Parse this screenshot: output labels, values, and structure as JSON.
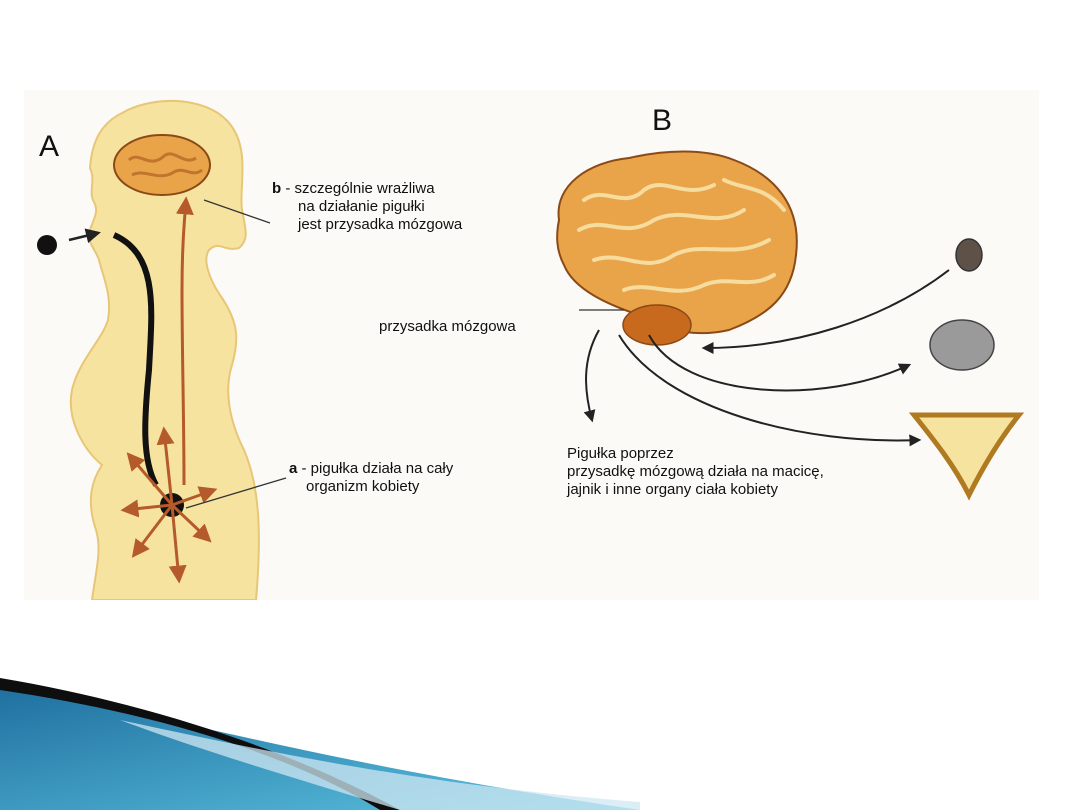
{
  "panels": {
    "a": {
      "letter": "A"
    },
    "b": {
      "letter": "B"
    }
  },
  "labels": {
    "b_key": "b",
    "b_line1": "- szczególnie wrażliwa",
    "b_line2": "na działanie  pigułki",
    "b_line3": "jest przysadka mózgowa",
    "a_key": "a",
    "a_line1": "- pigułka działa na cały",
    "a_line2": "organizm kobiety",
    "przysadka": "przysadka mózgowa",
    "pill_line1": "Pigułka poprzez",
    "pill_line2": "przysadkę mózgową działa na macicę,",
    "pill_line3": "jajnik i inne organy ciała kobiety"
  },
  "colors": {
    "body": "#f7e3a0",
    "brain": "#e9a44a",
    "brain_fold": "#c1742c",
    "pituitary": "#c86a1e",
    "arrow_brown": "#b55a2a",
    "pill": "#111111",
    "organ_gray": "#9a9a9a",
    "deco_blue": "#2d8fc2"
  }
}
